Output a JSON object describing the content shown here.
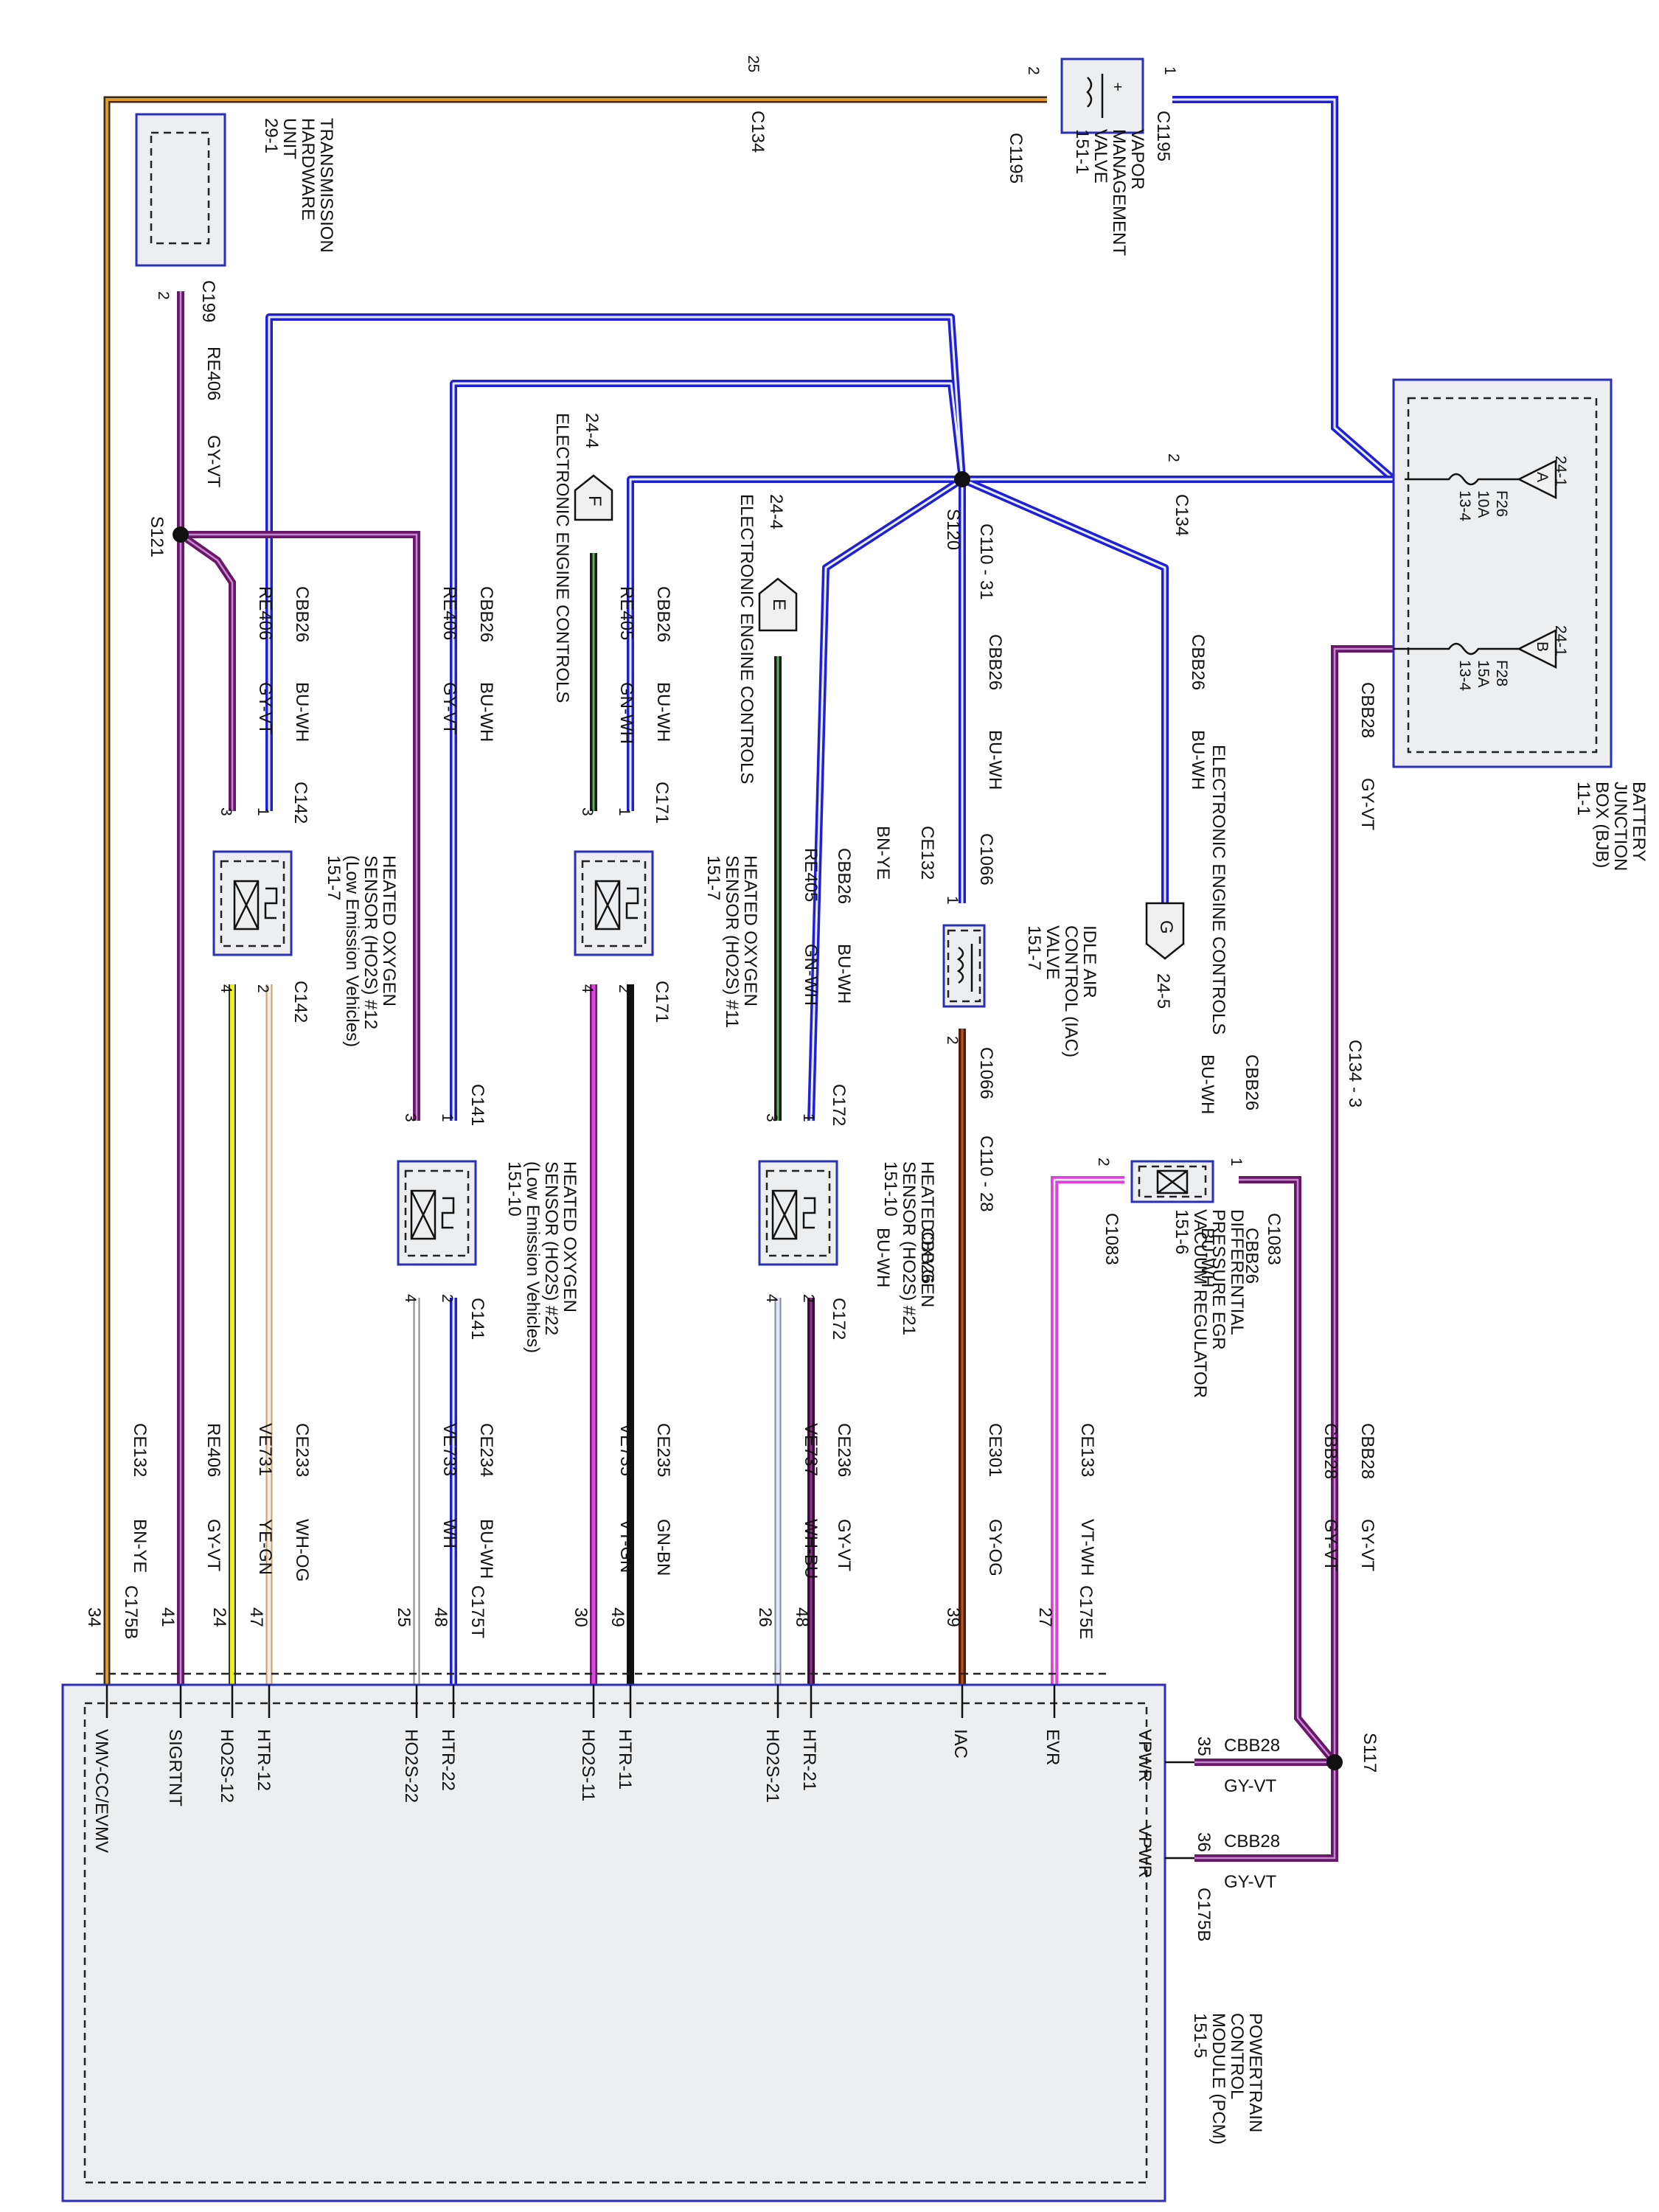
{
  "components": {
    "thu": [
      "TRANSMISSION",
      "HARDWARE",
      "UNIT",
      "29-1"
    ],
    "vmv": [
      "VAPOR",
      "MANAGEMENT",
      "VALVE",
      "151-1"
    ],
    "bjb": [
      "BATTERY",
      "JUNCTION",
      "BOX (BJB)",
      "11-1"
    ],
    "ho2s12": [
      "HEATED  OXYGEN",
      "SENSOR (HO2S) #12",
      "(Low Emission Vehicles)",
      "151-7"
    ],
    "ho2s11": [
      "HEATED  OXYGEN",
      "SENSOR (HO2S) #11",
      "151-7"
    ],
    "ho2s22": [
      "HEATED  OXYGEN",
      "SENSOR (HO2S) #22",
      "(Low Emission Vehicles)",
      "151-10"
    ],
    "ho2s21": [
      "HEATEDOXYGEN",
      "SENSOR (HO2S) #21",
      "151-10"
    ],
    "iac": [
      "IDLE AIR",
      "CONTROL (IAC)",
      "VALVE",
      "151-7"
    ],
    "egr": [
      "DIFFERENTIAL",
      "PRESSURE EGR",
      "VACUUM REGULATOR",
      "151-6"
    ],
    "pcm": [
      "POWERTRAIN",
      "CONTROL",
      "MODULE (PCM)",
      "151-5"
    ]
  },
  "bjb_fuses": {
    "a": {
      "tag": "A",
      "ref": "24-1",
      "fuse": "F26",
      "amps": "10A",
      "loc": "13-4"
    },
    "b": {
      "tag": "B",
      "ref": "24-1",
      "fuse": "F28",
      "amps": "15A",
      "loc": "13-4"
    }
  },
  "refs": {
    "f": {
      "letter": "F",
      "page": "24-4",
      "text": "ELECTRONIC ENGINE CONTROLS"
    },
    "e": {
      "letter": "E",
      "page": "24-4",
      "text": "ELECTRONIC ENGINE CONTROLS"
    },
    "g": {
      "letter": "G",
      "page": "24-5",
      "text": "ELECTRONIC ENGINE CONTROLS"
    }
  },
  "splices": {
    "s121": "S121",
    "s120": "S120",
    "s117": "S117"
  },
  "pcm_pins": [
    "VMV-CC/EVMV",
    "SIGRTNT",
    "HO2S-12",
    "HTR-12",
    "HO2S-22",
    "HTR-22",
    "HO2S-11",
    "HTR-11",
    "HO2S-21",
    "HTR-21",
    "IAC",
    "EVR",
    "VPWR",
    "VPWR"
  ],
  "pcm_pin_numbers": [
    "34",
    "41",
    "24",
    "47",
    "25",
    "48",
    "30",
    "49",
    "26",
    "48",
    "39",
    "27",
    "35",
    "36"
  ],
  "connectors": {
    "c175b": "C175B",
    "c175t": "C175T",
    "c175e": "C175E",
    "c175b2": "C175B",
    "c199": "C199",
    "c134a": "C134",
    "c1195a": "C1195",
    "c1195b": "C1195",
    "c134b": "C134",
    "c110_31": "C110 - 31",
    "c110_28": "C110 - 28",
    "c1066a": "C1066",
    "c1066b": "C1066",
    "c134_3": "C134 - 3",
    "c142a": "C142",
    "c142b": "C142",
    "c171a": "C171",
    "c171b": "C171",
    "c141a": "C141",
    "c141b": "C141",
    "c172a": "C172",
    "c172b": "C172",
    "c1083a": "C1083",
    "c1083b": "C1083"
  },
  "pins": {
    "p25": "25",
    "p2a": "2",
    "p1a": "1",
    "p2thu": "2",
    "p2c134": "2",
    "p142_3": "3",
    "p142_1": "1",
    "p142_4": "4",
    "p142_2": "2",
    "p171_3": "3",
    "p171_1": "1",
    "p171_4": "4",
    "p171_2": "2",
    "p141_3": "3",
    "p141_1": "1",
    "p141_4": "4",
    "p141_2": "2",
    "p172_3": "3",
    "p172_1": "1",
    "p172_4": "4",
    "p172_2": "2",
    "piac1": "1",
    "piac2": "2",
    "pegr1": "1",
    "pegr2": "2"
  },
  "wires": {
    "ce132_top": {
      "circuit": "CE132",
      "color": "BN-YE"
    },
    "cbb26_top": {
      "circuit": "CBB26",
      "color": "BU-WH"
    },
    "cbb26_mid_a": {
      "circuit": "CBB26",
      "color": "BU-WH"
    },
    "cbb26_mid_b": {
      "circuit": "CBB26",
      "color": "BU-WH"
    },
    "re406_top": {
      "circuit": "RE406",
      "color": "GY-VT"
    },
    "w1a": {
      "circuit": "RE406",
      "color": "GY-VT"
    },
    "w1b": {
      "circuit": "CBB26",
      "color": "BU-WH"
    },
    "w2a": {
      "circuit": "RE406",
      "color": "GY-VT"
    },
    "w2b": {
      "circuit": "CBB26",
      "color": "BU-WH"
    },
    "w3a": {
      "circuit": "RE405",
      "color": "GN-WH"
    },
    "w3b": {
      "circuit": "CBB26",
      "color": "BU-WH"
    },
    "w4a": {
      "circuit": "RE405",
      "color": "GN-WH"
    },
    "w4b": {
      "circuit": "CBB26",
      "color": "BU-WH"
    },
    "w5": {
      "circuit": "CBB26",
      "color": "BU-WH"
    },
    "w6": {
      "circuit": "CBB26",
      "color": "BU-WH"
    },
    "w7": {
      "circuit": "CBB28",
      "color": "GY-VT"
    },
    "b1": {
      "circuit": "CE132",
      "color": "BN-YE"
    },
    "b2": {
      "circuit": "RE406",
      "color": "GY-VT"
    },
    "b3": {
      "circuit": "VE731",
      "color": "YE-GN"
    },
    "b4": {
      "circuit": "CE233",
      "color": "WH-OG"
    },
    "b5": {
      "circuit": "VE733",
      "color": "WH"
    },
    "b6": {
      "circuit": "CE234",
      "color": "BU-WH"
    },
    "b7": {
      "circuit": "VE735",
      "color": "VT-GN"
    },
    "b8": {
      "circuit": "CE235",
      "color": "GN-BN"
    },
    "b9": {
      "circuit": "VE737",
      "color": "WH-BU"
    },
    "b10": {
      "circuit": "CE236",
      "color": "GY-VT"
    },
    "b11": {
      "circuit": "CE301",
      "color": "GY-OG"
    },
    "b12": {
      "circuit": "CE133",
      "color": "VT-WH"
    },
    "b13": {
      "circuit": "CBB28",
      "color": "GY-VT"
    },
    "b14": {
      "circuit": "CBB28",
      "color": "GY-VT"
    },
    "pcm35": {
      "circuit": "CBB28",
      "color": "GY-VT"
    },
    "pcm36": {
      "circuit": "CBB28",
      "color": "GY-VT"
    }
  },
  "colors": {
    "bu_wh": "#1f1fd6",
    "gy_vt": "#6a1668",
    "bn_ye": "#c47a10",
    "gn_wh": "#2f6b2f",
    "ye_gn": "#d8e21c",
    "wh_og": "#e6c79a",
    "vt_gn": "#a31ba8",
    "gn_bn": "#222222",
    "gy_og": "#7a2a10",
    "vt_wh": "#e23fe0",
    "wh_bu": "#9fb4ff",
    "wh": "#bbbbbb",
    "box_outline": "#2b2fb8"
  }
}
